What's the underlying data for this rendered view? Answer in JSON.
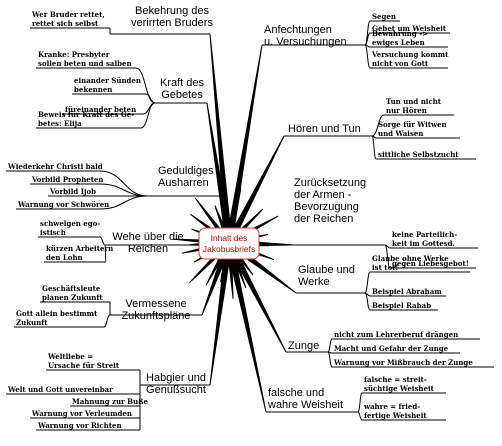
{
  "center": {
    "line1": "Inhalt des",
    "line2": "Jakobusbriefs"
  },
  "colors": {
    "center_text": "#cc0000",
    "center_border": "#d04040",
    "lines": "#000000"
  },
  "topics": [
    {
      "id": "bekehrung",
      "lines": [
        "Bekehrung des",
        "verirrten Bruders"
      ],
      "leaves": [
        [
          "Wer Bruder rettet,",
          "rettet sich selbst"
        ]
      ]
    },
    {
      "id": "gebet",
      "lines": [
        "Kraft des",
        "Gebetes"
      ],
      "leaves": [
        [
          "Kranke: Presbyter",
          "sollen beten und salben"
        ],
        [
          "einander Sünden",
          "bekennen"
        ],
        [
          "füreinander beten"
        ],
        [
          "Beweis für Kraft des Ge-",
          "betes: Elija"
        ]
      ]
    },
    {
      "id": "ausharren",
      "lines": [
        "Geduldiges",
        "Ausharren"
      ],
      "leaves": [
        [
          "Wiederkehr Christi bald"
        ],
        [
          "Vorbild Propheten"
        ],
        [
          "Vorbild Ijob"
        ],
        [
          "Warnung vor Schwören"
        ]
      ]
    },
    {
      "id": "reichen",
      "lines": [
        "Wehe über die",
        "Reichen"
      ],
      "leaves": [
        [
          "schwelgen ego-",
          "istisch"
        ],
        [
          "kürzen Arbeitern",
          "den Lohn"
        ]
      ]
    },
    {
      "id": "zukunft",
      "lines": [
        "Vermessene",
        "Zukunftspläne"
      ],
      "leaves": [
        [
          "Geschäftsleute",
          "planen Zukunft"
        ],
        [
          "Gott allein bestimmt",
          "Zukunft"
        ]
      ]
    },
    {
      "id": "habgier",
      "lines": [
        "Habgier und",
        "Genußsucht"
      ],
      "leaves": [
        [
          "Weltliebe =",
          "Ursache für Streit"
        ],
        [
          "Welt und Gott unvereinbar"
        ],
        [
          "Mahnung zur Buße"
        ],
        [
          "Warnung vor Verleumden"
        ],
        [
          "Warnung vor Richten"
        ]
      ]
    },
    {
      "id": "anfechtungen",
      "lines": [
        "Anfechtungen",
        "u. Versuchungen"
      ],
      "leaves": [
        [
          "Segen"
        ],
        [
          "Gebet um Weisheit"
        ],
        [
          "Bewährung ->",
          "ewiges Leben"
        ],
        [
          "Versuchung kommt",
          "nicht von Gott"
        ]
      ]
    },
    {
      "id": "hoeren",
      "lines": [
        "Hören und Tun"
      ],
      "leaves": [
        [
          "Tun und nicht",
          "nur Hören"
        ],
        [
          "Sorge für Witwen",
          "und Waisen"
        ],
        [
          "sittliche Selbstzucht"
        ]
      ]
    },
    {
      "id": "armen",
      "lines": [
        "Zurücksetzung",
        "der Armen -",
        "Bevorzugung",
        "der Reichen"
      ],
      "leaves": [
        [
          "keine Parteilich-",
          "keit im Gottesd."
        ],
        [
          "gegen Liebesgebot!"
        ]
      ]
    },
    {
      "id": "glaube",
      "lines": [
        "Glaube und",
        "Werke"
      ],
      "leaves": [
        [
          "Glaube ohne Werke",
          "ist tot!"
        ],
        [
          "Beispiel Abraham"
        ],
        [
          "Beispiel Rahab"
        ]
      ]
    },
    {
      "id": "zunge",
      "lines": [
        "Zunge"
      ],
      "leaves": [
        [
          "nicht zum Lehrerberuf drängen"
        ],
        [
          "Macht und Gefahr der Zunge"
        ],
        [
          "Warnung vor Mißbrauch der Zunge"
        ]
      ]
    },
    {
      "id": "weisheit",
      "lines": [
        "falsche und",
        "wahre Weisheit"
      ],
      "leaves": [
        [
          "falsche = streit-",
          "süchtige Weisheit"
        ],
        [
          "wahre = fried-",
          "fertige Weisheit"
        ]
      ]
    }
  ]
}
